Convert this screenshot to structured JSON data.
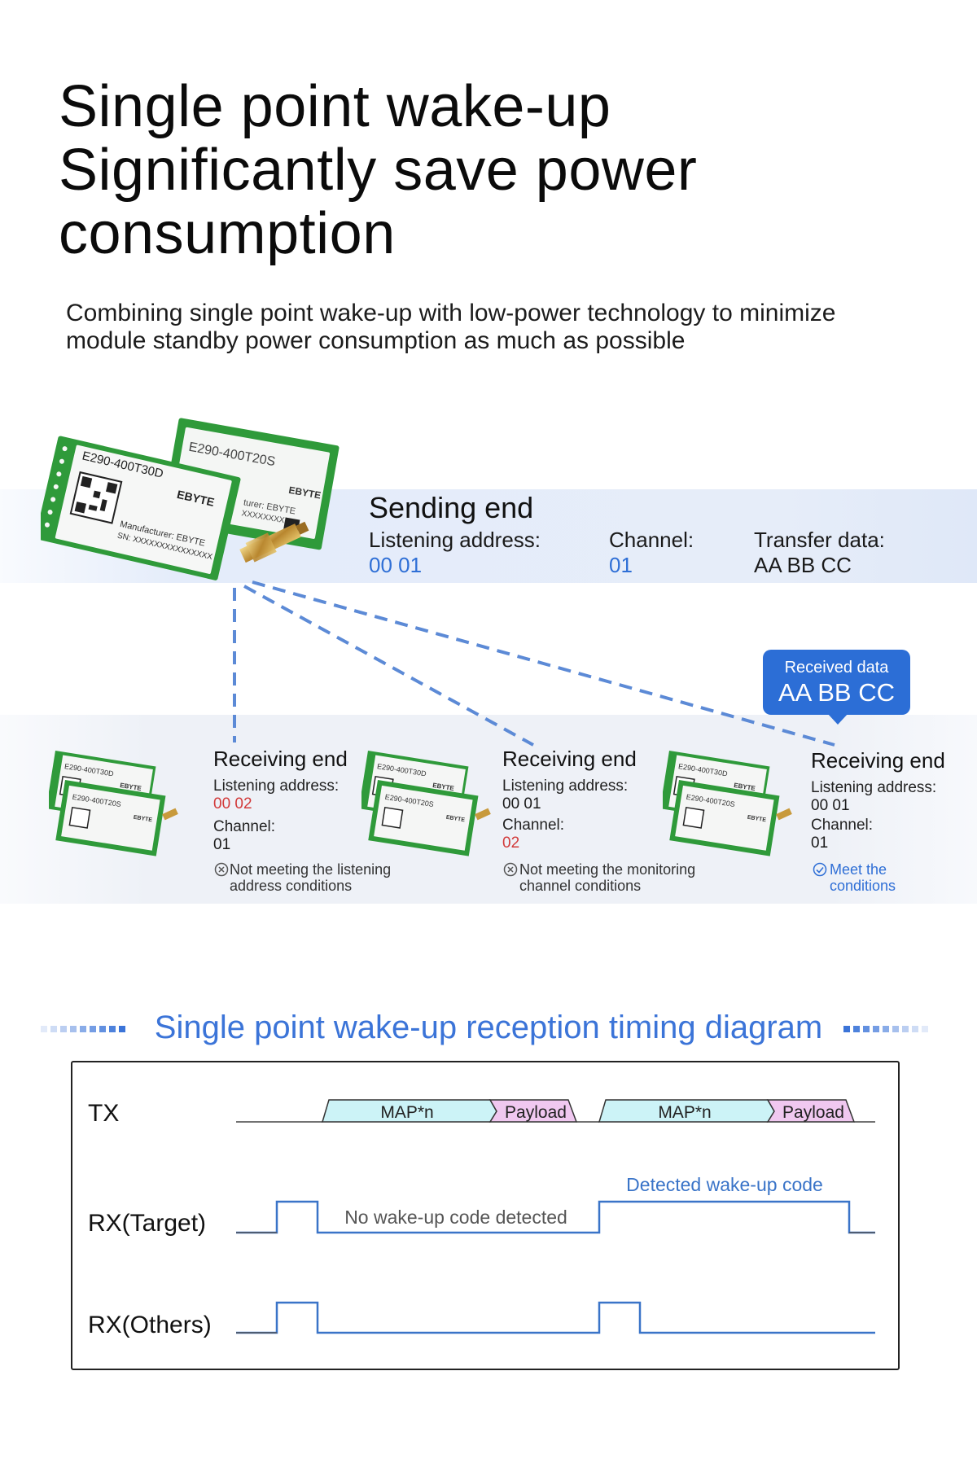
{
  "header": {
    "title_lines": [
      "Single point wake-up",
      "Significantly save power",
      "consumption"
    ],
    "subtitle_lines": [
      "Combining single point wake-up with low-power technology to minimize",
      "module standby power consumption as much as possible"
    ]
  },
  "sending_end": {
    "title": "Sending end",
    "listening_address_label": "Listening address:",
    "listening_address": "00 01",
    "channel_label": "Channel:",
    "channel": "01",
    "transfer_data_label": "Transfer data:",
    "transfer_data": "AA BB CC",
    "module_front": {
      "model": "E290-400T30D",
      "brand": "EBYTE",
      "manufacturer": "Manufacturer: EBYTE",
      "sn": "SN: XXXXXXXXXXXXXXX"
    },
    "module_back": {
      "model": "E290-400T20S",
      "brand": "EBYTE",
      "manufacturer": "turer: EBYTE",
      "sn": "XXXXXXXXX"
    }
  },
  "received_bubble": {
    "label": "Received data",
    "value": "AA BB CC"
  },
  "receivers": [
    {
      "title": "Receiving end",
      "listening_address_label": "Listening address:",
      "listening_address": "00 02",
      "channel_label": "Channel:",
      "channel": "01",
      "status_icon": "circle-x-icon",
      "note_lines": [
        "Not meeting the listening",
        "address conditions"
      ]
    },
    {
      "title": "Receiving end",
      "listening_address_label": "Listening address:",
      "listening_address": "00 01",
      "channel_label": "Channel:",
      "channel": "02",
      "status_icon": "circle-x-icon",
      "note_lines": [
        "Not meeting the monitoring",
        "channel conditions"
      ]
    },
    {
      "title": "Receiving end",
      "listening_address_label": "Listening address:",
      "listening_address": "00 01",
      "channel_label": "Channel:",
      "channel": "01",
      "status_icon": "circle-check-icon",
      "note_lines": [
        "Meet the",
        "conditions"
      ]
    }
  ],
  "small_module": {
    "model_front": "E290-400T30D",
    "model_back": "E290-400T20S",
    "brand": "EBYTE"
  },
  "timing": {
    "title": "Single point wake-up reception timing diagram",
    "signals": [
      "TX",
      "RX(Target)",
      "RX(Others)"
    ],
    "tx_blocks": [
      "MAP*n",
      "Payload",
      "MAP*n",
      "Payload"
    ],
    "rx_target_notes": {
      "no_detect": "No wake-up code detected",
      "detected": "Detected wake-up code"
    }
  },
  "colors": {
    "accent_blue": "#2f6fd6",
    "red": "#d23a3a",
    "map_fill": "#ccf3f7",
    "payload_fill": "#f0c8f0",
    "wave_blue": "#3a74c8",
    "pcb_green": "#2f9a3a"
  }
}
